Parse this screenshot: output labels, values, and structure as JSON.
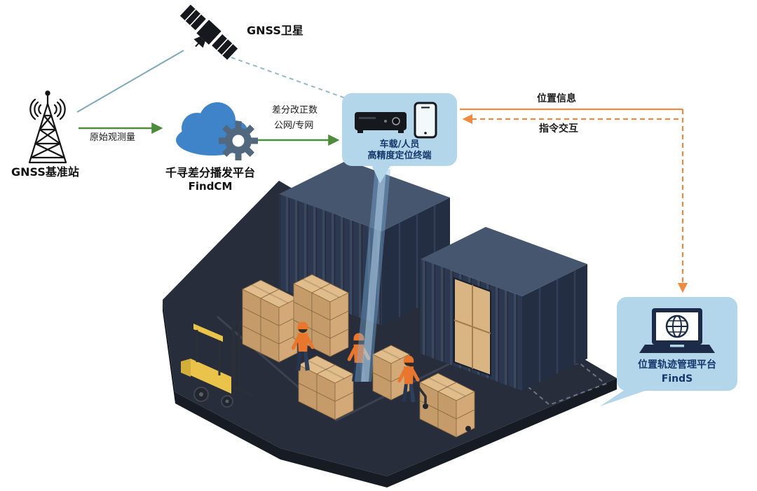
{
  "nodes": {
    "satellite": {
      "label": "GNSS卫星"
    },
    "base_station": {
      "label": "GNSS基准站"
    },
    "cloud_platform": {
      "title": "千寻差分播发平台",
      "subtitle": "FindCM"
    },
    "terminal": {
      "title": "车载/人员",
      "subtitle": "高精度定位终端"
    },
    "management_platform": {
      "title": "位置轨迹管理平台",
      "subtitle": "FindS"
    }
  },
  "links": {
    "station_to_cloud": {
      "label": "原始观测量"
    },
    "cloud_to_terminal": {
      "line1": "差分改正数",
      "line2": "公网/专网"
    },
    "terminal_to_platform": {
      "label": "位置信息"
    },
    "platform_to_terminal": {
      "label": "指令交互"
    }
  },
  "icons": {
    "satellite": "satellite-icon",
    "base_station": "radio-tower-icon",
    "cloud_platform": "cloud-gear-icon",
    "terminal": "receiver-and-smartphone-icon",
    "management_platform": "laptop-globe-icon"
  },
  "colors": {
    "green_arrow": "#4e8c3c",
    "orange_arrow": "#ef8a45",
    "bubble_bg": "#b3d6ea",
    "bubble_text": "#14386b",
    "cloud_blue": "#3f84c9",
    "gear_slate": "#51687e",
    "sat_line": "#7fa8bc",
    "container_navy": "#2b3850",
    "crate_top": "#e2bd8c",
    "forklift_yellow": "#e9c34a",
    "vest_orange": "#e8762d",
    "beam_blue": "#7db4e0"
  }
}
